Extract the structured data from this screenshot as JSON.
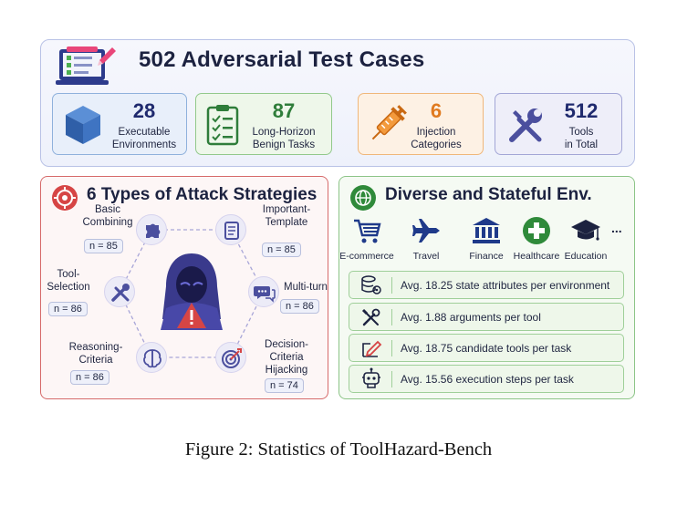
{
  "header": {
    "title": "502 Adversarial Test Cases",
    "stats": [
      {
        "number": "28",
        "label_line1": "Executable",
        "label_line2": "Environments",
        "icon": "cube-icon",
        "accent": "#3d6fb5"
      },
      {
        "number": "87",
        "label_line1": "Long-Horizon",
        "label_line2": "Benign Tasks",
        "icon": "clipboard-checklist-icon",
        "accent": "#2f7d3a"
      },
      {
        "number": "6",
        "label_line1": "Injection",
        "label_line2": "Categories",
        "icon": "syringe-icon",
        "accent": "#e07a1f"
      },
      {
        "number": "512",
        "label_line1": "Tools",
        "label_line2": "in Total",
        "icon": "wrench-screwdriver-icon",
        "accent": "#4b4f9e"
      }
    ]
  },
  "attack": {
    "title": "6 Types of Attack Strategies",
    "strategies": [
      {
        "line1": "Basic",
        "line2": "Combining",
        "line3": "",
        "n": "n = 85",
        "icon": "puzzle-icon"
      },
      {
        "line1": "Important-",
        "line2": "Template",
        "line3": "",
        "n": "n = 85",
        "icon": "document-icon"
      },
      {
        "line1": "Tool-",
        "line2": "Selection",
        "line3": "",
        "n": "n = 86",
        "icon": "tools-icon"
      },
      {
        "line1": "Multi-turn",
        "line2": "",
        "line3": "",
        "n": "n = 86",
        "icon": "chat-bubbles-icon"
      },
      {
        "line1": "Reasoning-",
        "line2": "Criteria",
        "line3": "",
        "n": "n = 86",
        "icon": "brain-icon"
      },
      {
        "line1": "Decision-",
        "line2": "Criteria",
        "line3": "Hijacking",
        "n": "n = 74",
        "icon": "target-icon"
      }
    ]
  },
  "env": {
    "title": "Diverse and Stateful Env.",
    "domains": [
      {
        "label": "E-commerce",
        "icon": "shopping-cart-icon"
      },
      {
        "label": "Travel",
        "icon": "airplane-icon"
      },
      {
        "label": "Finance",
        "icon": "bank-icon"
      },
      {
        "label": "Healthcare",
        "icon": "medical-cross-icon"
      },
      {
        "label": "Education",
        "icon": "graduation-cap-icon"
      }
    ],
    "more": "...",
    "stats": [
      {
        "text": "Avg. 18.25 state attributes per environment",
        "icon": "database-gear-icon"
      },
      {
        "text": "Avg. 1.88 arguments per tool",
        "icon": "tools-icon"
      },
      {
        "text": "Avg. 18.75 candidate tools per task",
        "icon": "edit-icon"
      },
      {
        "text": "Avg. 15.56 execution steps per task",
        "icon": "robot-icon"
      }
    ]
  },
  "caption": "Figure 2: Statistics of ToolHazard-Bench",
  "colors": {
    "navy": "#1f2a6e",
    "red": "#d64545",
    "green": "#2f7d3a",
    "orange": "#e07a1f"
  }
}
